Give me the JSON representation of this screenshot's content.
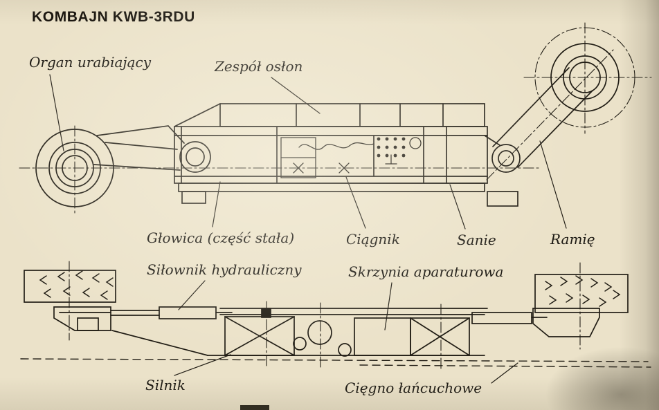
{
  "title": "KOMBAJN KWB-3RDU",
  "diagram": {
    "plan_labels": {
      "organ": "Organ urabiający",
      "oslony": "Zespół osłon",
      "glowica": "Głowica (część stała)",
      "ciagnik": "Ciągnik",
      "sanie": "Sanie",
      "ramie": "Ramię"
    },
    "side_labels": {
      "silownik": "Siłownik hydrauliczny",
      "skrzynia": "Skrzynia aparaturowa",
      "silnik": "Silnik",
      "ciegno": "Cięgno łańcuchowe"
    }
  },
  "colors": {
    "paper": "#ebe2c9",
    "ink": "#211d15"
  }
}
